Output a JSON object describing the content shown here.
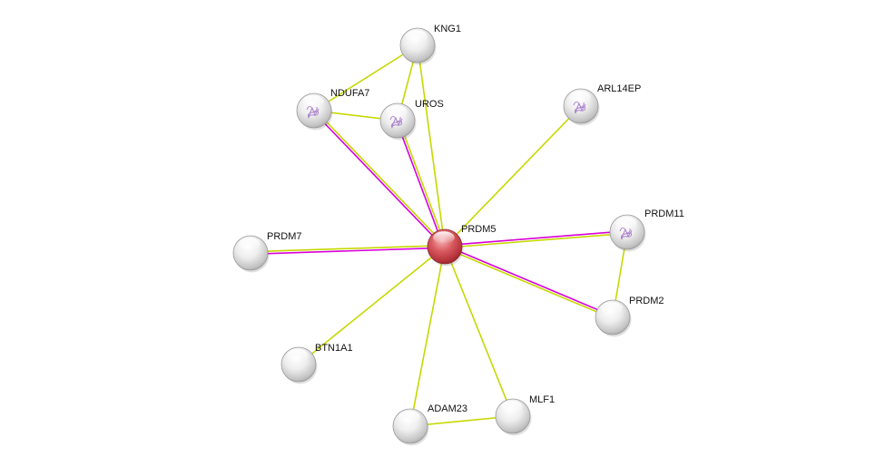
{
  "network": {
    "colors": {
      "textmining": "#c6d800",
      "experimental": "#d900d9",
      "query_node": "#d0454c",
      "node": "#d6d6d6",
      "structure_glyph": "#a070c8"
    },
    "nodes": [
      {
        "id": "PRDM5",
        "label": "PRDM5",
        "query": true
      },
      {
        "id": "KNG1",
        "label": "KNG1"
      },
      {
        "id": "NDUFA7",
        "label": "NDUFA7",
        "structure": true
      },
      {
        "id": "UROS",
        "label": "UROS",
        "structure": true
      },
      {
        "id": "ARL14EP",
        "label": "ARL14EP",
        "structure": true
      },
      {
        "id": "PRDM11",
        "label": "PRDM11",
        "structure": true
      },
      {
        "id": "PRDM7",
        "label": "PRDM7"
      },
      {
        "id": "PRDM2",
        "label": "PRDM2"
      },
      {
        "id": "BTN1A1",
        "label": "BTN1A1"
      },
      {
        "id": "ADAM23",
        "label": "ADAM23"
      },
      {
        "id": "MLF1",
        "label": "MLF1"
      }
    ],
    "edges": [
      {
        "source": "KNG1",
        "target": "NDUFA7",
        "evidence": [
          "textmining"
        ]
      },
      {
        "source": "KNG1",
        "target": "UROS",
        "evidence": [
          "textmining"
        ]
      },
      {
        "source": "KNG1",
        "target": "PRDM5",
        "evidence": [
          "textmining"
        ]
      },
      {
        "source": "NDUFA7",
        "target": "UROS",
        "evidence": [
          "textmining"
        ]
      },
      {
        "source": "NDUFA7",
        "target": "PRDM5",
        "evidence": [
          "textmining",
          "experimental"
        ]
      },
      {
        "source": "UROS",
        "target": "PRDM5",
        "evidence": [
          "textmining",
          "experimental"
        ]
      },
      {
        "source": "ARL14EP",
        "target": "PRDM5",
        "evidence": [
          "textmining"
        ]
      },
      {
        "source": "PRDM11",
        "target": "PRDM5",
        "evidence": [
          "textmining",
          "experimental"
        ]
      },
      {
        "source": "PRDM11",
        "target": "PRDM2",
        "evidence": [
          "textmining"
        ]
      },
      {
        "source": "PRDM7",
        "target": "PRDM5",
        "evidence": [
          "textmining",
          "experimental"
        ]
      },
      {
        "source": "PRDM2",
        "target": "PRDM5",
        "evidence": [
          "textmining",
          "experimental"
        ]
      },
      {
        "source": "BTN1A1",
        "target": "PRDM5",
        "evidence": [
          "textmining"
        ]
      },
      {
        "source": "ADAM23",
        "target": "PRDM5",
        "evidence": [
          "textmining"
        ]
      },
      {
        "source": "MLF1",
        "target": "PRDM5",
        "evidence": [
          "textmining"
        ]
      },
      {
        "source": "ADAM23",
        "target": "MLF1",
        "evidence": [
          "textmining"
        ]
      }
    ]
  }
}
